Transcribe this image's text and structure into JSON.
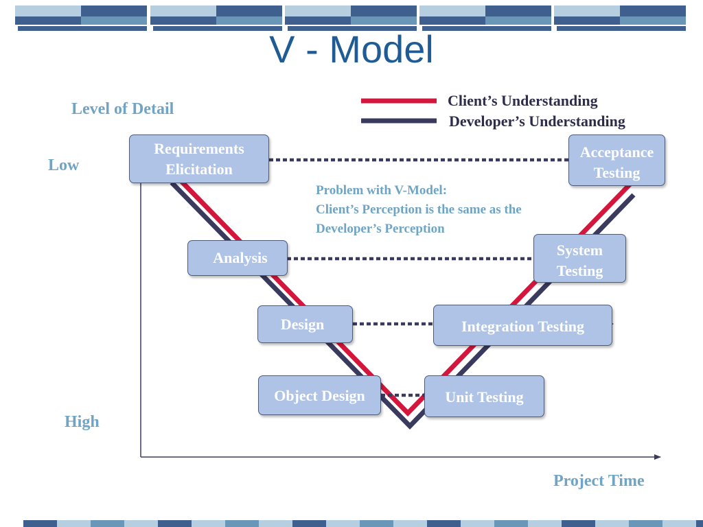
{
  "title": "V - Model",
  "axes": {
    "y_label": "Level of Detail",
    "y_low": "Low",
    "y_high": "High",
    "x_label": "Project Time"
  },
  "legend": {
    "client": "Client’s Understanding",
    "developer": "Developer’s Understanding"
  },
  "colors": {
    "client_line": "#d4163c",
    "developer_line": "#3a3a5e",
    "accent_text": "#6fa4c4",
    "title_text": "#1f5b94",
    "box_fill": "#aec3e6",
    "banner_dark": "#3f5f8f",
    "banner_mid": "#6a96b8",
    "banner_light": "#b6cfe0"
  },
  "note": {
    "line1": "Problem with V-Model:",
    "line2": "Client’s Perception is the same as the",
    "line3": "Developer’s Perception"
  },
  "phases": {
    "requirements": {
      "line1": "Requirements",
      "line2": "Elicitation"
    },
    "analysis": {
      "line1": "Analysis"
    },
    "design": {
      "line1": "Design"
    },
    "object_design": {
      "line1": "Object Design"
    },
    "unit_testing": {
      "line1": "Unit Testing"
    },
    "integration_testing": {
      "line1": "Integration Testing"
    },
    "system_testing": {
      "line1": "System",
      "line2": "Testing"
    },
    "acceptance_testing": {
      "line1": "Acceptance",
      "line2": "Testing"
    }
  }
}
